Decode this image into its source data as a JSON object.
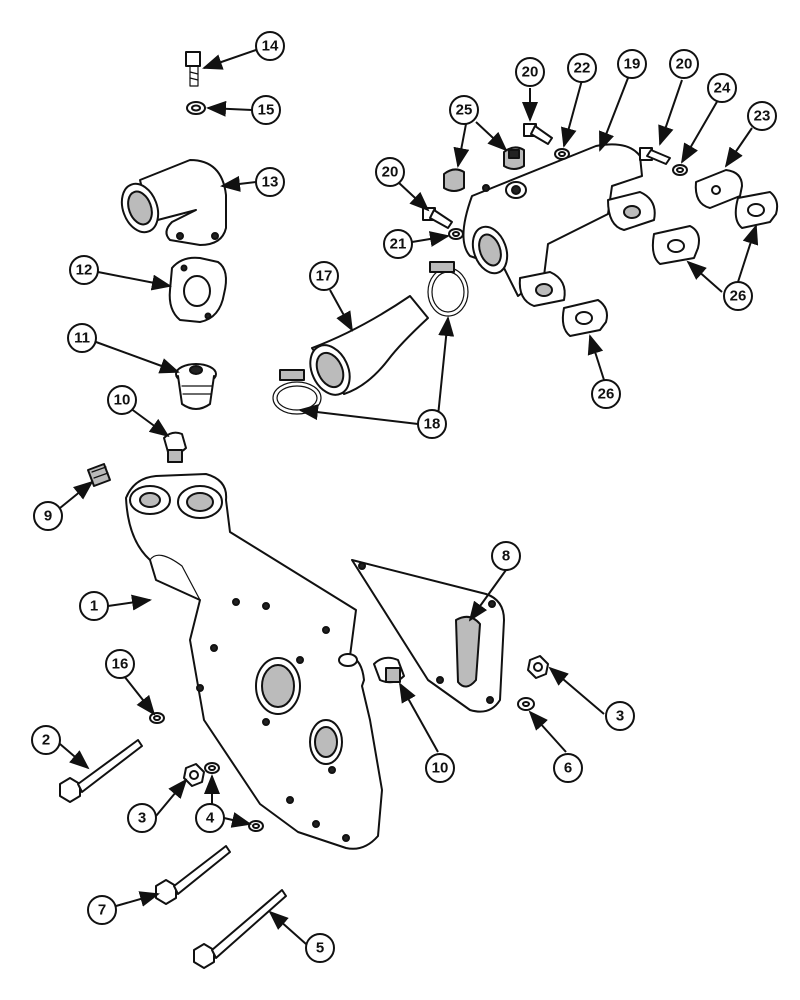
{
  "callouts": [
    {
      "id": "c14",
      "label": "14"
    },
    {
      "id": "c15",
      "label": "15"
    },
    {
      "id": "c13",
      "label": "13"
    },
    {
      "id": "c12",
      "label": "12"
    },
    {
      "id": "c11",
      "label": "11"
    },
    {
      "id": "c10a",
      "label": "10"
    },
    {
      "id": "c9",
      "label": "9"
    },
    {
      "id": "c1",
      "label": "1"
    },
    {
      "id": "c16",
      "label": "16"
    },
    {
      "id": "c2",
      "label": "2"
    },
    {
      "id": "c3a",
      "label": "3"
    },
    {
      "id": "c4",
      "label": "4"
    },
    {
      "id": "c7",
      "label": "7"
    },
    {
      "id": "c5",
      "label": "5"
    },
    {
      "id": "c10b",
      "label": "10"
    },
    {
      "id": "c6",
      "label": "6"
    },
    {
      "id": "c3b",
      "label": "3"
    },
    {
      "id": "c8",
      "label": "8"
    },
    {
      "id": "c17",
      "label": "17"
    },
    {
      "id": "c18",
      "label": "18"
    },
    {
      "id": "c20a",
      "label": "20"
    },
    {
      "id": "c21",
      "label": "21"
    },
    {
      "id": "c25",
      "label": "25"
    },
    {
      "id": "c20b",
      "label": "20"
    },
    {
      "id": "c22",
      "label": "22"
    },
    {
      "id": "c19",
      "label": "19"
    },
    {
      "id": "c20c",
      "label": "20"
    },
    {
      "id": "c24",
      "label": "24"
    },
    {
      "id": "c23",
      "label": "23"
    },
    {
      "id": "c26a",
      "label": "26"
    },
    {
      "id": "c26b",
      "label": "26"
    }
  ],
  "parts": [
    "bolt",
    "lock-washer",
    "elbow-outlet",
    "gasket",
    "thermostat",
    "plug",
    "plug-small",
    "housing",
    "long-bolt",
    "nut",
    "hose",
    "hose-clamp",
    "manifold",
    "washer",
    "flange-gasket"
  ]
}
